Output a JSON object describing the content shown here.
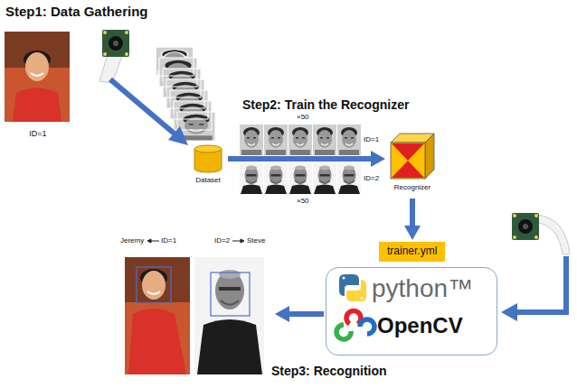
{
  "diagram": {
    "nodes": [
      {
        "text": [
          "ID=1"
        ]
      },
      {
        "text": [
          "Dataset"
        ]
      },
      {
        "text": [
          "Recognizer"
        ]
      },
      {
        "text": [
          "trainer.yml"
        ]
      },
      {
        "text": [
          "python™",
          "OpenCV"
        ]
      },
      {
        "text": [
          "Jeremy",
          "ID=1",
          "ID=2",
          "Steve"
        ]
      }
    ],
    "edges": [
      {
        "from": 1,
        "to": 2,
        "arrow": "to"
      },
      {
        "from": 2,
        "to": 3,
        "arrow": "to"
      },
      {
        "from": 4,
        "to": 5,
        "arrow": "to"
      }
    ],
    "labels": [
      "Step1: Data Gathering",
      "Step2: Train the Recognizer",
      "×50",
      "ID=1",
      "ID=2",
      "×50",
      "Step3: Recognition"
    ]
  }
}
